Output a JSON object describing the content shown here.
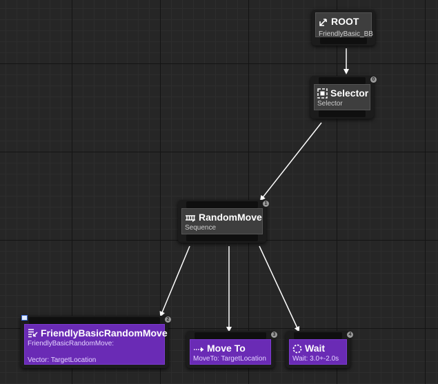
{
  "nodes": {
    "root": {
      "title": "ROOT",
      "subtitle": "FriendlyBasic_BB",
      "icon": "root-icon"
    },
    "selector": {
      "title": "Selector",
      "subtitle": "Selector",
      "icon": "selector-icon",
      "badge": "0"
    },
    "random_move": {
      "title": "RandomMove",
      "subtitle": "Sequence",
      "icon": "sequence-icon",
      "badge": "1"
    },
    "friendly_task": {
      "title": "FriendlyBasicRandomMove",
      "subtitle": "FriendlyBasicRandomMove:",
      "detail": "Vector: TargetLocation",
      "icon": "task-icon",
      "badge": "2"
    },
    "move_to": {
      "title": "Move To",
      "subtitle": "MoveTo: TargetLocation",
      "icon": "move-to-icon",
      "badge": "3"
    },
    "wait": {
      "title": "Wait",
      "subtitle": "Wait: 3.0+-2.0s",
      "icon": "wait-icon",
      "badge": "4"
    }
  },
  "colors": {
    "composite_node": "#3e3e3e",
    "task_node": "#6a2bb5",
    "wire": "#ffffff",
    "background": "#262626"
  }
}
